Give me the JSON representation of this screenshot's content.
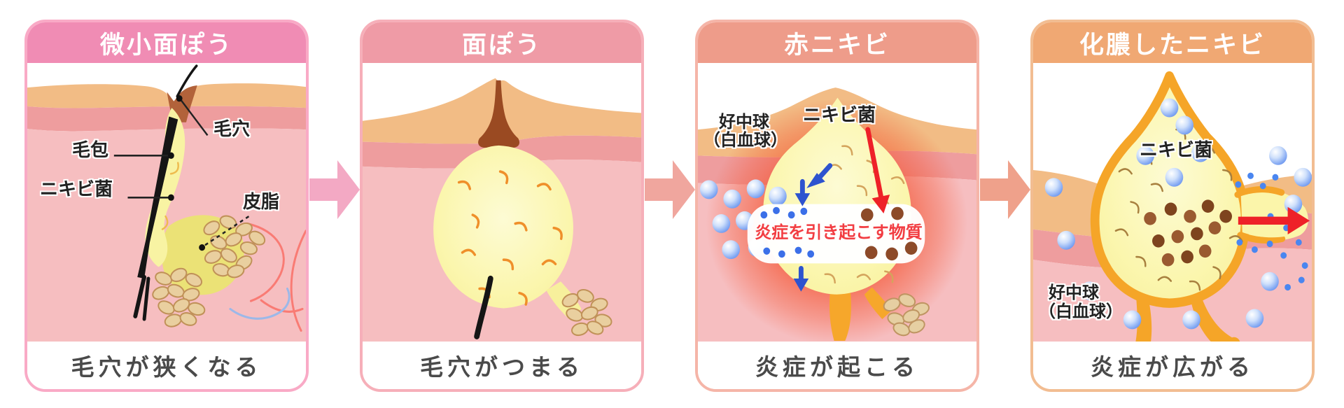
{
  "page": {
    "background": "#ffffff",
    "language": "ja"
  },
  "panels": [
    {
      "id": "microcomedo",
      "title": "微小面ぽう",
      "caption": "毛穴が狭くなる",
      "accent": "#f08cb4",
      "border": "#f9aac6",
      "labels": {
        "pore": "毛穴",
        "follicle": "毛包",
        "bacteria": "ニキビ菌",
        "sebum": "皮脂"
      }
    },
    {
      "id": "comedo",
      "title": "面ぽう",
      "caption": "毛穴がつまる",
      "accent": "#ef9ba6",
      "border": "#f6afb9",
      "labels": {}
    },
    {
      "id": "red-pimple",
      "title": "赤ニキビ",
      "caption": "炎症が起こる",
      "accent": "#ee9c8a",
      "border": "#f5b5a8",
      "labels": {
        "neutrophil": "好中球",
        "neutrophil_paren": "（白血球）",
        "bacteria": "ニキビ菌",
        "inflammation_box": "炎症を引き起こす物質"
      }
    },
    {
      "id": "pus-pimple",
      "title": "化膿したニキビ",
      "caption": "炎症が広がる",
      "accent": "#f0a873",
      "border": "#f2bd92",
      "labels": {
        "bacteria": "ニキビ菌",
        "neutrophil": "好中球",
        "neutrophil_paren": "（白血球）"
      }
    }
  ],
  "arrows": [
    {
      "color": "#f3a9c4"
    },
    {
      "color": "#f0a69e"
    },
    {
      "color": "#efa18b"
    }
  ],
  "palette": {
    "epidermis_tan": "#f2bc85",
    "dermis_salmon": "#ee9d9e",
    "subcutis_pink": "#f6bec0",
    "sebum_yellow": "#f8f3a3",
    "sac_border_orange": "#f5a528",
    "inflammation_red": "#ee2128",
    "inflammation_glow": "#f4502c",
    "neutrophil_blue": "#5d87e8",
    "bacteria_brown": "#8d4a28",
    "hair_black": "#151515",
    "gland_tan": "#e9cf9f",
    "caption_text": "#4a4a4a"
  }
}
